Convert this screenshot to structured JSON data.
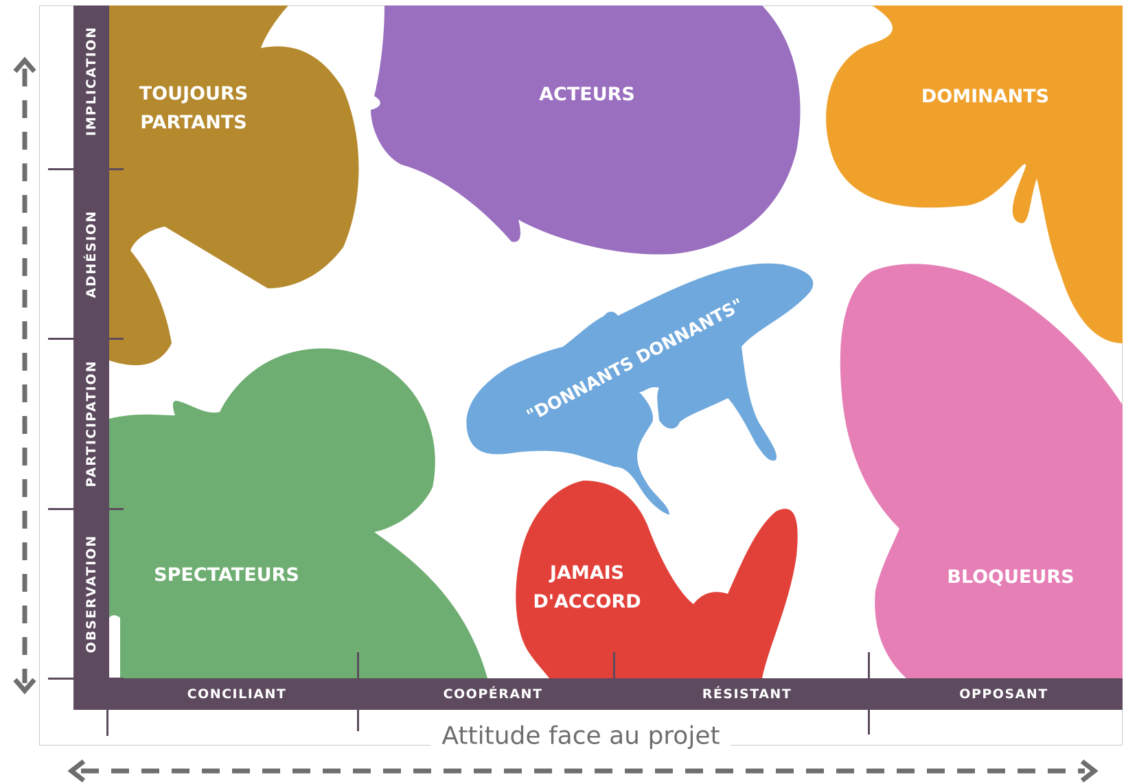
{
  "diagram": {
    "y_axis_levels": [
      "OBSERVATION",
      "PARTICIPATION",
      "ADHÉSION",
      "IMPLICATION"
    ],
    "x_axis_levels": [
      "CONCILIANT",
      "COOPÉRANT",
      "RÉSISTANT",
      "OPPOSANT"
    ],
    "x_axis_title": "Attitude face au projet",
    "groups": {
      "toujours_partants": {
        "line1": "TOUJOURS",
        "line2": "PARTANTS",
        "color": "#b5892e"
      },
      "acteurs": {
        "label": "ACTEURS",
        "color": "#9a6fbf"
      },
      "dominants": {
        "label": "DOMINANTS",
        "color": "#f0a12c"
      },
      "donnants_donnants": {
        "label": "\"DONNANTS DONNANTS\"",
        "color": "#6fa8dc"
      },
      "spectateurs": {
        "label": "SPECTATEURS",
        "color": "#6fae72"
      },
      "jamais_daccord": {
        "line1": "JAMAIS",
        "line2": "D'ACCORD",
        "color": "#e2413a"
      },
      "bloqueurs": {
        "label": "BLOQUEURS",
        "color": "#e67fb6"
      }
    },
    "arrow_color": "#6e6e6e"
  }
}
